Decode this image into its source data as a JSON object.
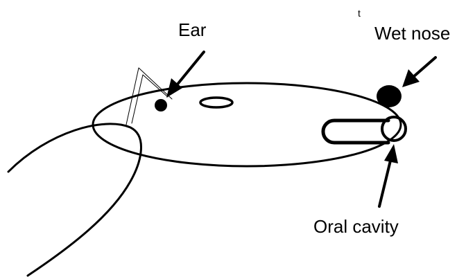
{
  "labels": {
    "ear": "Ear",
    "wet_nose": "Wet nose",
    "oral_cavity": "Oral cavity",
    "stray_mark": "t"
  },
  "colors": {
    "ink": "#000000",
    "paper": "#ffffff"
  }
}
